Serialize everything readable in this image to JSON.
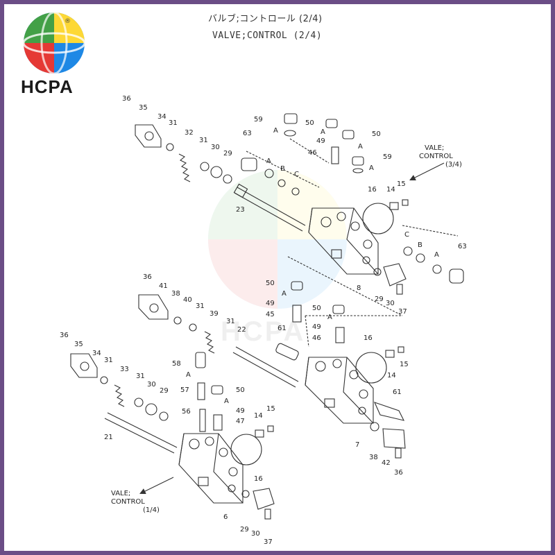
{
  "header": {
    "title_jp": "バルブ;コントロール (2/4)",
    "title_en": "VALVE;CONTROL (2/4)"
  },
  "logo": {
    "brand": "HCPA",
    "mark": "®",
    "watermark": "HCPA",
    "colors": [
      "#e53935",
      "#43a047",
      "#1e88e5",
      "#fdd835"
    ]
  },
  "notes": {
    "to_3_4": [
      "VALE;",
      "CONTROL",
      "(3/4)"
    ],
    "to_1_4": [
      "VALE;",
      "CONTROL",
      "(1/4)"
    ]
  },
  "colors": {
    "border": "#6b4d86",
    "line": "#333333"
  },
  "callouts": [
    "36",
    "35",
    "34",
    "31",
    "32",
    "31",
    "30",
    "29",
    "23",
    "63",
    "A",
    "B",
    "C",
    "59",
    "A",
    "50",
    "A",
    "49",
    "46",
    "50",
    "A",
    "59",
    "A",
    "16",
    "14",
    "15",
    "C",
    "B",
    "A",
    "63",
    "8",
    "29",
    "30",
    "37",
    "50",
    "A",
    "49",
    "45",
    "50",
    "A",
    "49",
    "46",
    "61",
    "16",
    "14",
    "15",
    "36",
    "41",
    "38",
    "40",
    "31",
    "39",
    "31",
    "22",
    "36",
    "35",
    "34",
    "31",
    "33",
    "31",
    "30",
    "29",
    "21",
    "58",
    "A",
    "57",
    "50",
    "A",
    "49",
    "47",
    "56",
    "14",
    "15",
    "16",
    "6",
    "29",
    "30",
    "37",
    "7",
    "61",
    "38",
    "42",
    "36"
  ]
}
